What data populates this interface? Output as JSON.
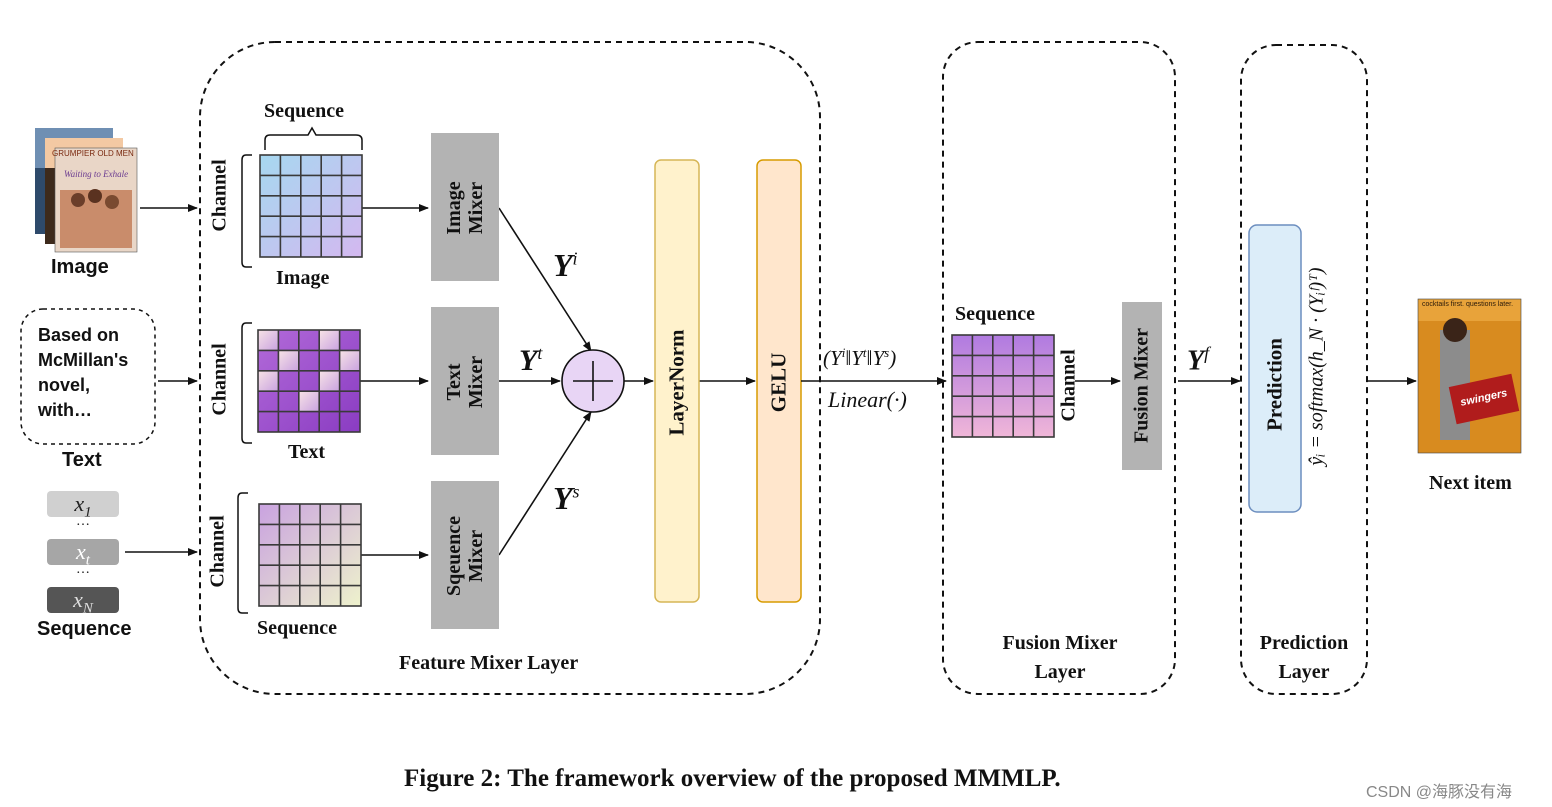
{
  "inputs": {
    "image_label": "Image",
    "poster_title_1": "GRUMPIER OLD MEN",
    "poster_title_2": "Waiting to Exhale",
    "text_box": [
      "Based on",
      "McMillan's",
      "novel,",
      "with…"
    ],
    "text_label": "Text",
    "sequence_tokens": [
      "x",
      "x",
      "x"
    ],
    "sequence_subscripts": [
      "1",
      "t",
      "N"
    ],
    "ellipsis": "…",
    "sequence_label": "Sequence"
  },
  "feature_mixer": {
    "title": "Feature Mixer Layer",
    "image_row": {
      "top_label": "Sequence",
      "side_label": "Channel",
      "bottom_label": "Image",
      "mixer_line1": "Image",
      "mixer_line2": "Mixer",
      "y_symbol": "Y",
      "y_sup": "i"
    },
    "text_row": {
      "side_label": "Channel",
      "bottom_label": "Text",
      "mixer_line1": "Text",
      "mixer_line2": "Mixer",
      "y_symbol": "Y",
      "y_sup": "t"
    },
    "seq_row": {
      "side_label": "Channel",
      "bottom_label": "Sequence",
      "mixer_line1": "Sqeuence",
      "mixer_line2": "Mixer",
      "y_symbol": "Y",
      "y_sup": "s"
    },
    "layernorm": "LayerNorm",
    "gelu": "GELU"
  },
  "concat_formula_line1": "(Y^i‖Y^t‖Y^s)",
  "concat_parts": [
    "(",
    "Y",
    "i",
    "‖",
    "Y",
    "t",
    "‖",
    "Y",
    "s",
    ")"
  ],
  "concat_formula_line2": "Linear(·)",
  "fusion": {
    "title_line1": "Fusion Mixer",
    "title_line2": "Layer",
    "top_label": "Sequence",
    "side_label": "Channel",
    "mixer": "Fusion Mixer",
    "y_symbol": "Y",
    "y_sup": "f"
  },
  "prediction": {
    "title_line1": "Prediction",
    "title_line2": "Layer",
    "box_label": "Prediction",
    "formula": "ŷᵢ = softmax(h_N · (Yᵢᶠ)ᵀ)",
    "output_label": "Next item",
    "poster_tagline": "cocktails first. questions later.",
    "poster_title": "swingers"
  },
  "caption": "Figure 2: The framework overview of the proposed MMMLP.",
  "watermark": "CSDN @海豚没有海",
  "colors": {
    "layernorm_fill": "#fff2cc",
    "layernorm_border": "#d6b656",
    "gelu_fill": "#ffe6cc",
    "gelu_border": "#d79b00",
    "plus_fill": "#e8d5f5",
    "prediction_fill": "#dcedf9",
    "prediction_border": "#6c8ebf",
    "mixer_gray": "#b3b3b3"
  }
}
